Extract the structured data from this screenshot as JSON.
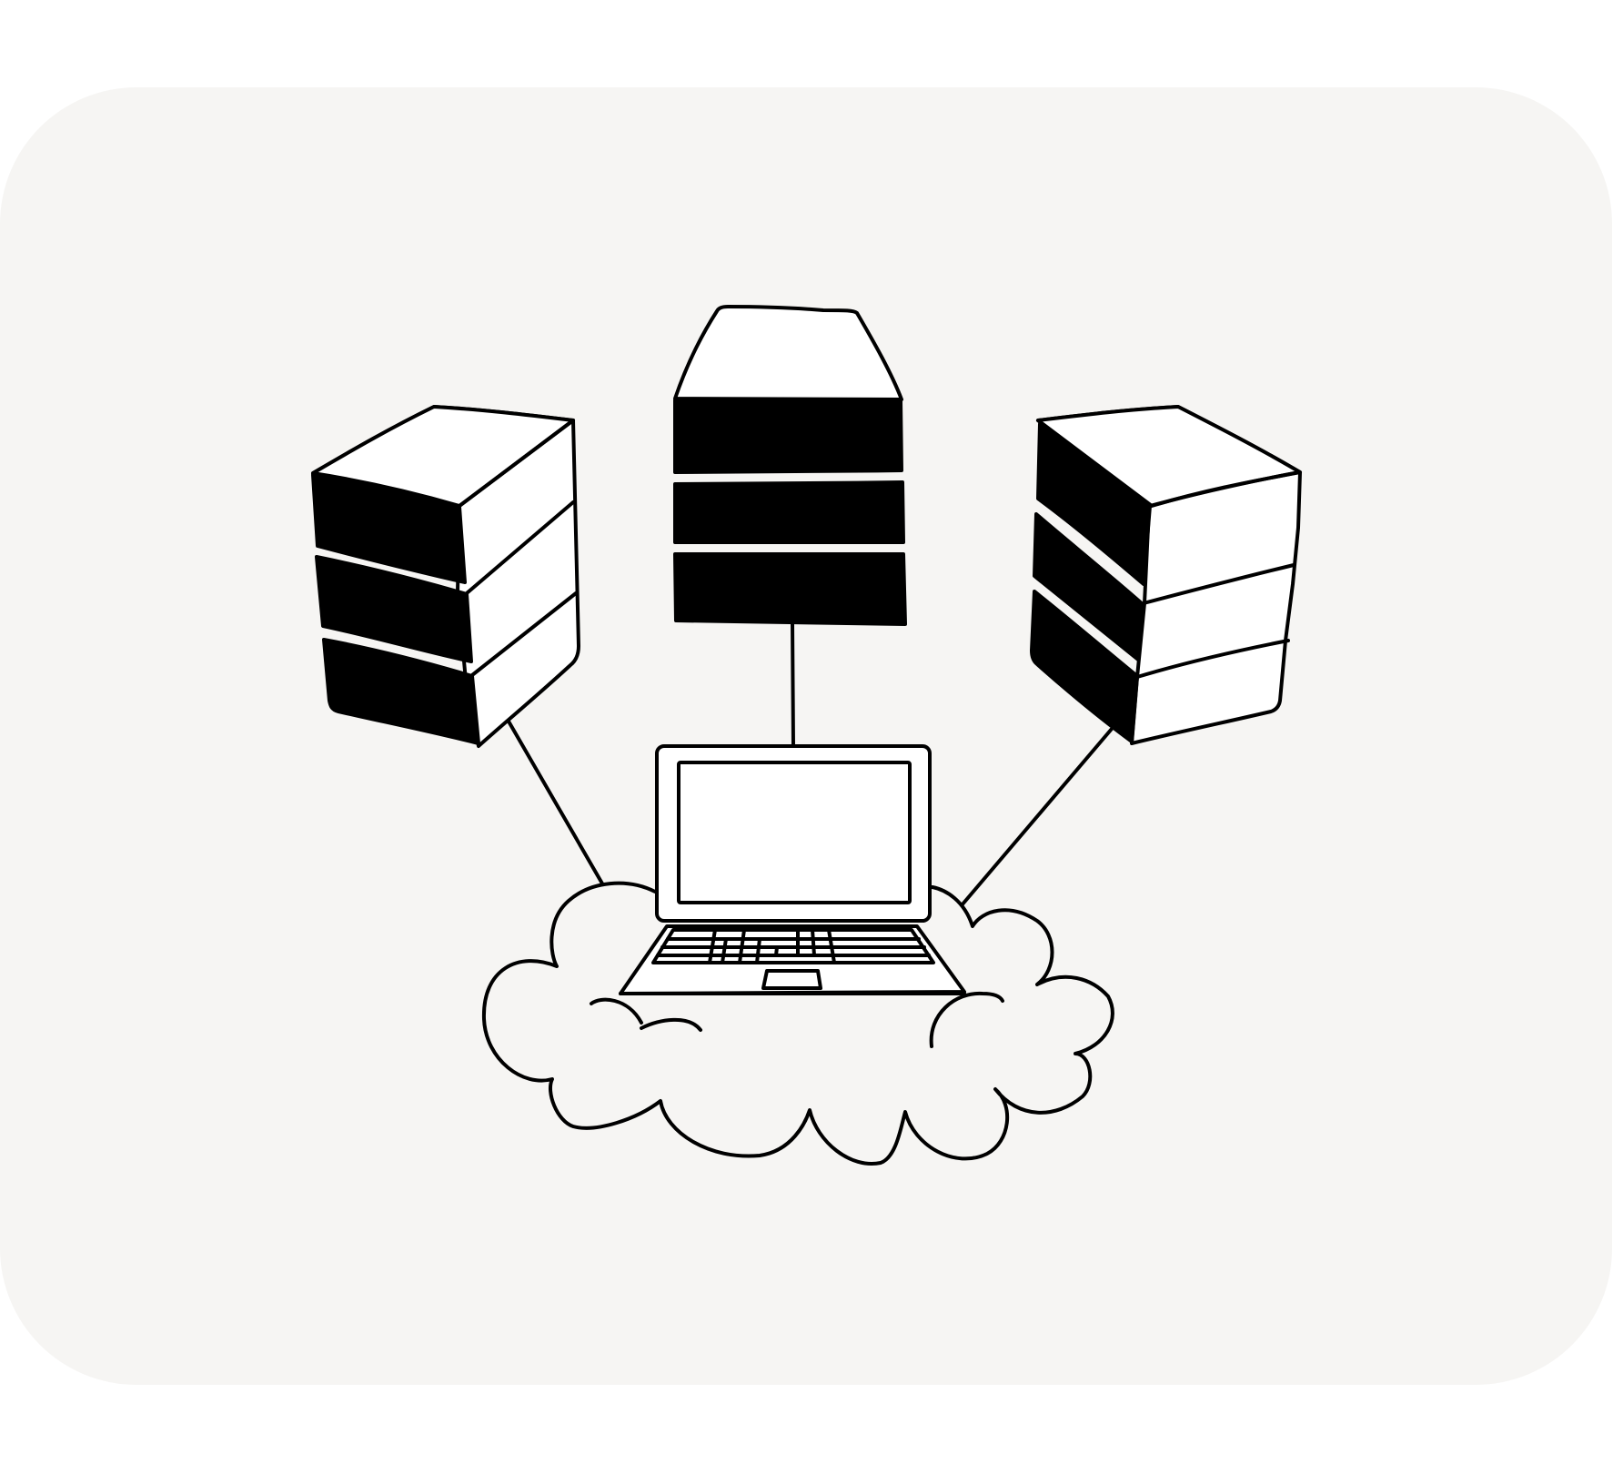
{
  "colors": {
    "card_background": "#f6f5f3",
    "page_background": "#ffffff",
    "stroke": "#000000",
    "fill_dark": "#000000",
    "fill_light": "#ffffff"
  },
  "illustration": {
    "subject": "laptop-cloud-server-network",
    "elements": [
      "server-left-icon",
      "server-center-icon",
      "server-right-icon",
      "laptop-icon",
      "cloud-icon",
      "connection-line-left",
      "connection-line-center",
      "connection-line-right"
    ]
  }
}
